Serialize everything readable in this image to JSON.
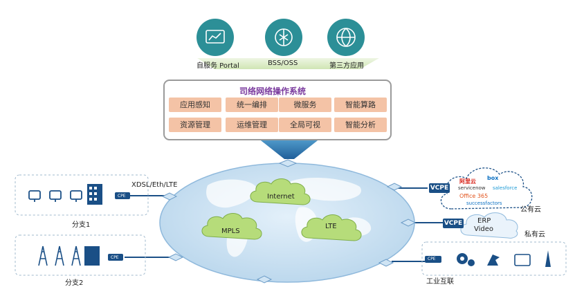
{
  "top_apps": [
    {
      "label": "自服务 Portal",
      "icon": "dashboard-icon"
    },
    {
      "label": "BSS/OSS",
      "icon": "brain-chip-icon"
    },
    {
      "label": "第三方应用",
      "icon": "network-globe-icon"
    }
  ],
  "os": {
    "title": "司络网络操作系统",
    "modules": [
      "应用感知",
      "统一编排",
      "微服务",
      "智能算路",
      "资源管理",
      "运维管理",
      "全局可视",
      "智能分析"
    ]
  },
  "clouds": {
    "internet": "Internet",
    "mpls": "MPLS",
    "lte": "LTE"
  },
  "branch1": {
    "label": "分支1",
    "link": "XDSL/Eth/LTE",
    "cpe": "CPE"
  },
  "branch2": {
    "label": "分支2",
    "cpe": "CPE"
  },
  "public_cloud": {
    "label": "公有云",
    "vcpe": "VCPE",
    "services": [
      "阿里云",
      "box",
      "servicenow",
      "salesforce",
      "Office 365",
      "successfactors"
    ]
  },
  "private_cloud": {
    "label": "私有云",
    "vcpe": "VCPE",
    "line1": "ERP",
    "line2": "Video"
  },
  "industrial": {
    "label": "工业互联",
    "cpe": "CPE"
  },
  "colors": {
    "teal": "#2c8f97",
    "os_title": "#7a3a9e",
    "module": "#f4c3a6",
    "ellipse": "#cfe4f4",
    "cloud_green": "#b6dc7a",
    "dark_blue": "#1a4f86"
  }
}
